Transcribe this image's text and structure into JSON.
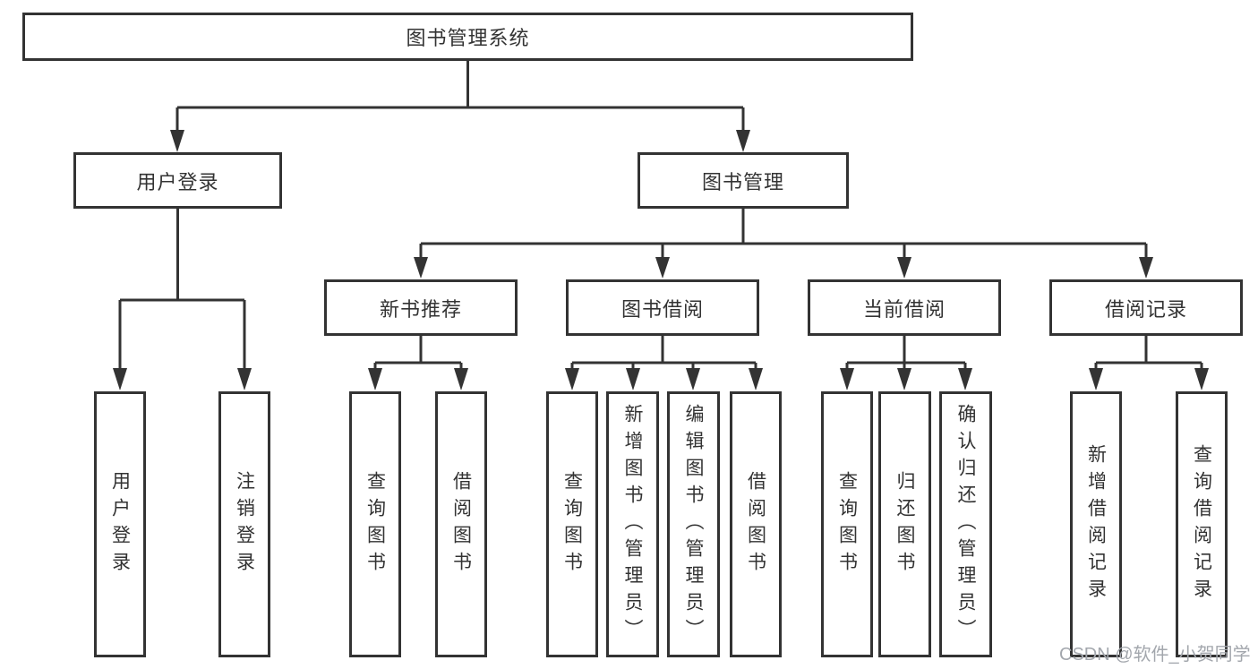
{
  "diagram_title": "图书管理系统",
  "tree": {
    "root": {
      "label": "图书管理系统"
    },
    "branches": [
      {
        "label": "用户登录",
        "children": [
          {
            "label": "用户登录"
          },
          {
            "label": "注销登录"
          }
        ]
      },
      {
        "label": "图书管理",
        "children": [
          {
            "label": "新书推荐",
            "children": [
              {
                "label": "查询图书"
              },
              {
                "label": "借阅图书"
              }
            ]
          },
          {
            "label": "图书借阅",
            "children": [
              {
                "label": "查询图书"
              },
              {
                "label": "新增图书（管理员）"
              },
              {
                "label": "编辑图书（管理员）"
              },
              {
                "label": "借阅图书"
              }
            ]
          },
          {
            "label": "当前借阅",
            "children": [
              {
                "label": "查询图书"
              },
              {
                "label": "归还图书"
              },
              {
                "label": "确认归还（管理员）"
              }
            ]
          },
          {
            "label": "借阅记录",
            "children": [
              {
                "label": "新增借阅记录"
              },
              {
                "label": "查询借阅记录"
              }
            ]
          }
        ]
      }
    ]
  },
  "watermark": {
    "text": "CSDN @软件_小贺同学"
  },
  "colors": {
    "line": "#333333",
    "text": "#333333",
    "watermark": "#a3a7ad",
    "background": "#ffffff"
  }
}
